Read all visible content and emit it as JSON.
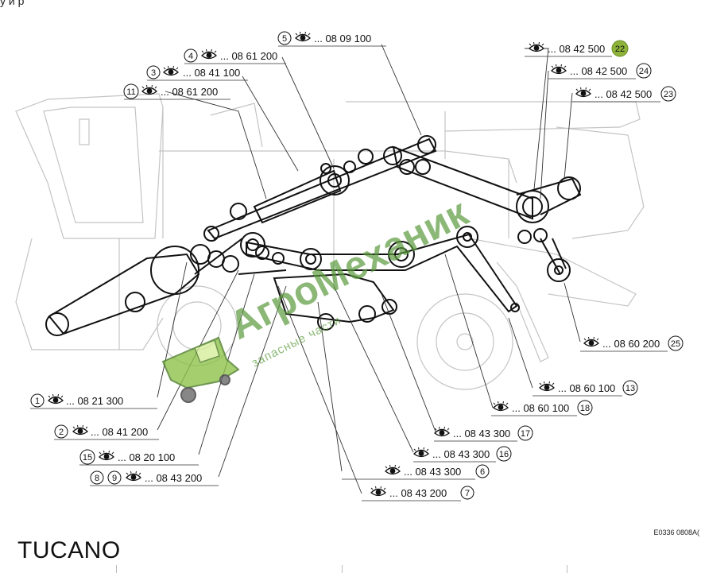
{
  "caption_fragment": "у                                                              и                                                                       р",
  "model_title": "TUCANO",
  "drawing_code": "E0336 0808A(",
  "watermark": {
    "brand": "АгроМеханик",
    "subtitle": "запасные части",
    "color": "#5a9a3c"
  },
  "callouts": [
    {
      "nums": [
        "1"
      ],
      "text": "... 08 21 300"
    },
    {
      "nums": [
        "2"
      ],
      "text": "... 08 41 200"
    },
    {
      "nums": [
        "3"
      ],
      "text": "... 08 41 100"
    },
    {
      "nums": [
        "4"
      ],
      "text": "... 08 61 200"
    },
    {
      "nums": [
        "5"
      ],
      "text": "... 08 09 100"
    },
    {
      "nums": [
        "6"
      ],
      "text": "... 08 43 300"
    },
    {
      "nums": [
        "7"
      ],
      "text": "... 08 43 200"
    },
    {
      "nums": [
        "8",
        "9"
      ],
      "text": "... 08 43 200"
    },
    {
      "nums": [
        "11"
      ],
      "text": "... 08 61 200"
    },
    {
      "nums": [
        "13"
      ],
      "text": "... 08 60 100"
    },
    {
      "nums": [
        "15"
      ],
      "text": "... 08 20 100"
    },
    {
      "nums": [
        "16"
      ],
      "text": "... 08 43 300"
    },
    {
      "nums": [
        "17"
      ],
      "text": "... 08 43 300"
    },
    {
      "nums": [
        "18"
      ],
      "text": "... 08 60 100"
    },
    {
      "nums": [
        "22"
      ],
      "text": "... 08 42 500",
      "highlight": true
    },
    {
      "nums": [
        "23"
      ],
      "text": "... 08 42 500"
    },
    {
      "nums": [
        "24"
      ],
      "text": "... 08 42 500"
    },
    {
      "nums": [
        "25"
      ],
      "text": "... 08 60 200"
    }
  ],
  "colors": {
    "highlight": "#8db33a",
    "line": "#111111",
    "ghost": "#c4c4c4"
  },
  "icons": [
    "eye-icon",
    "combine-harvester-logo-icon"
  ]
}
